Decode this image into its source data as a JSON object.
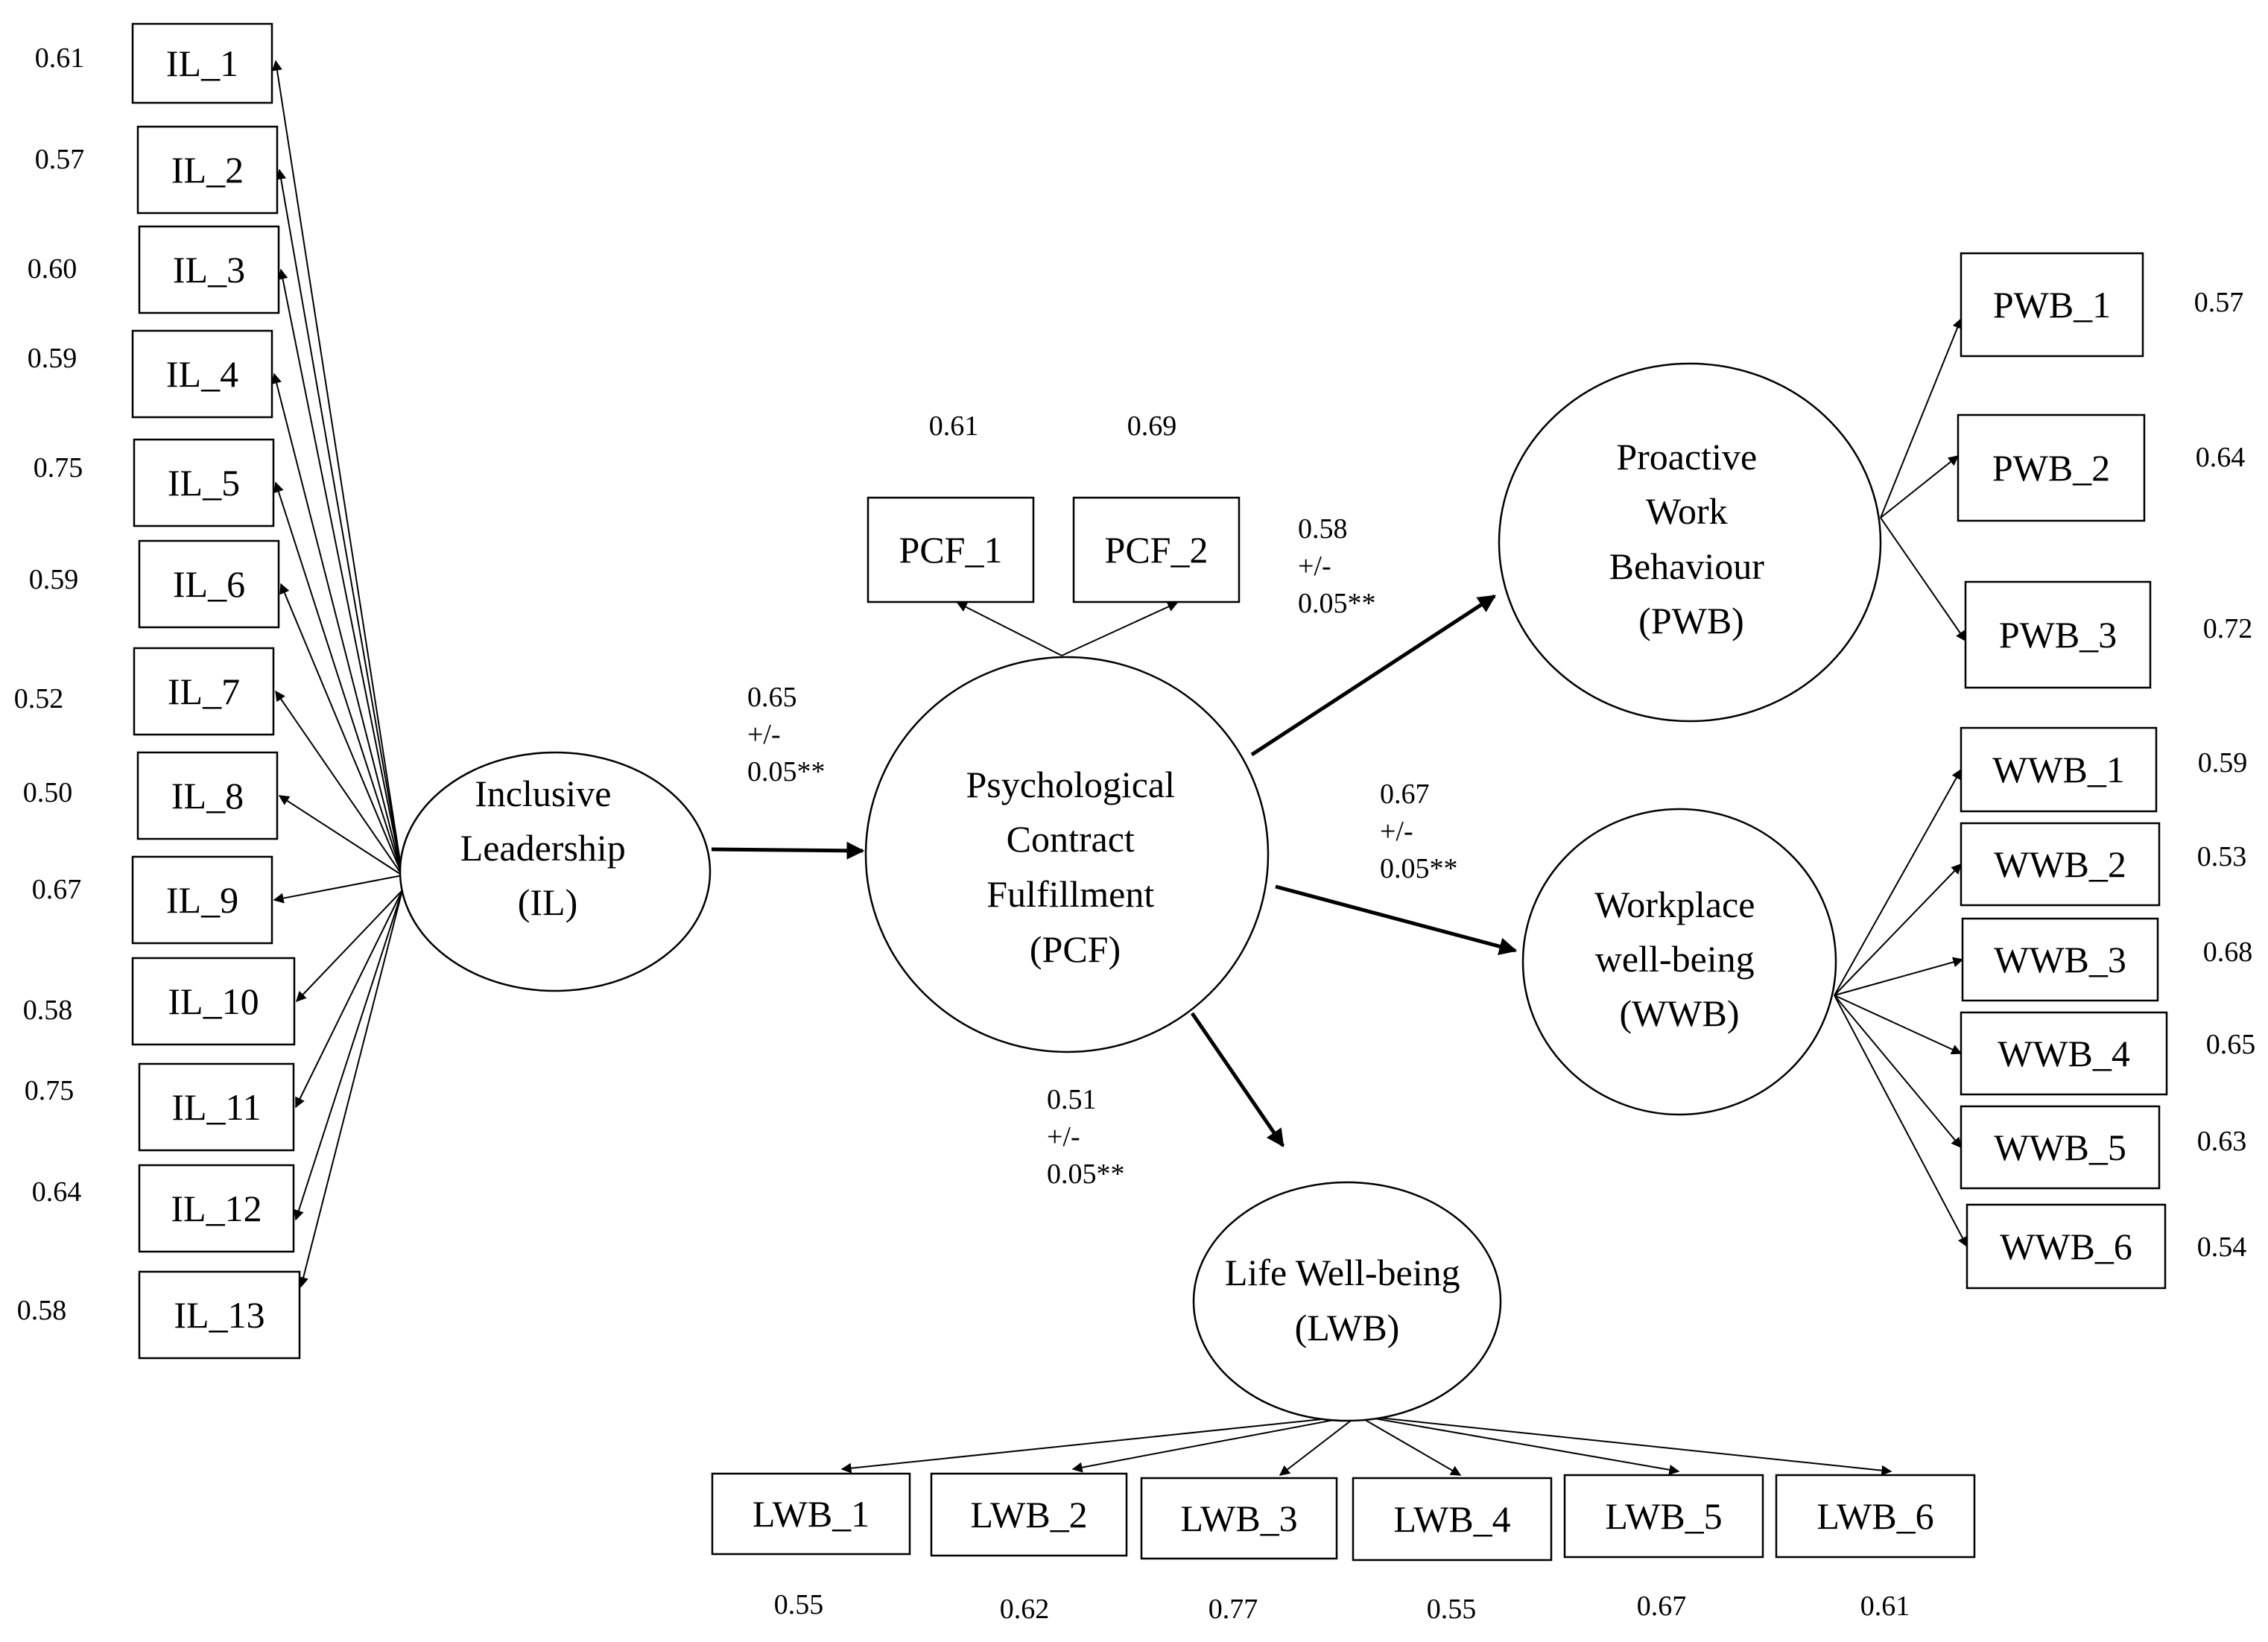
{
  "constructs": {
    "il": {
      "lines": [
        "Inclusive",
        "Leadership",
        "(IL)"
      ]
    },
    "pcf": {
      "lines": [
        "Psychological",
        "Contract",
        "Fulfillment",
        "(PCF)"
      ]
    },
    "pwb": {
      "lines": [
        "Proactive",
        "Work",
        "Behaviour",
        "(PWB)"
      ]
    },
    "wwb": {
      "lines": [
        "Workplace",
        "well-being",
        "(WWB)"
      ]
    },
    "lwb": {
      "lines": [
        "Life Well-being",
        "(LWB)"
      ]
    }
  },
  "indicators": {
    "il": [
      {
        "label": "IL_1",
        "loading": "0.61"
      },
      {
        "label": "IL_2",
        "loading": "0.57"
      },
      {
        "label": "IL_3",
        "loading": "0.60"
      },
      {
        "label": "IL_4",
        "loading": "0.59"
      },
      {
        "label": "IL_5",
        "loading": "0.75"
      },
      {
        "label": "IL_6",
        "loading": "0.59"
      },
      {
        "label": "IL_7",
        "loading": "0.52"
      },
      {
        "label": "IL_8",
        "loading": "0.50"
      },
      {
        "label": "IL_9",
        "loading": "0.67"
      },
      {
        "label": "IL_10",
        "loading": "0.58"
      },
      {
        "label": "IL_11",
        "loading": "0.75"
      },
      {
        "label": "IL_12",
        "loading": "0.64"
      },
      {
        "label": "IL_13",
        "loading": "0.58"
      }
    ],
    "pcf": [
      {
        "label": "PCF_1",
        "loading": "0.61"
      },
      {
        "label": "PCF_2",
        "loading": "0.69"
      }
    ],
    "pwb": [
      {
        "label": "PWB_1",
        "loading": "0.57"
      },
      {
        "label": "PWB_2",
        "loading": "0.64"
      },
      {
        "label": "PWB_3",
        "loading": "0.72"
      }
    ],
    "wwb": [
      {
        "label": "WWB_1",
        "loading": "0.59"
      },
      {
        "label": "WWB_2",
        "loading": "0.53"
      },
      {
        "label": "WWB_3",
        "loading": "0.68"
      },
      {
        "label": "WWB_4",
        "loading": "0.65"
      },
      {
        "label": "WWB_5",
        "loading": "0.63"
      },
      {
        "label": "WWB_6",
        "loading": "0.54"
      }
    ],
    "lwb": [
      {
        "label": "LWB_1",
        "loading": "0.55"
      },
      {
        "label": "LWB_2",
        "loading": "0.62"
      },
      {
        "label": "LWB_3",
        "loading": "0.77"
      },
      {
        "label": "LWB_4",
        "loading": "0.55"
      },
      {
        "label": "LWB_5",
        "loading": "0.67"
      },
      {
        "label": "LWB_6",
        "loading": "0.61"
      }
    ]
  },
  "paths": {
    "il_pcf": {
      "lines": [
        "0.65",
        "+/-",
        "0.05**"
      ]
    },
    "pcf_pwb": {
      "lines": [
        "0.58",
        "+/-",
        "0.05**"
      ]
    },
    "pcf_wwb": {
      "lines": [
        "0.67",
        "+/-",
        "0.05**"
      ]
    },
    "pcf_lwb": {
      "lines": [
        "0.51",
        "+/-",
        "0.05**"
      ]
    }
  }
}
